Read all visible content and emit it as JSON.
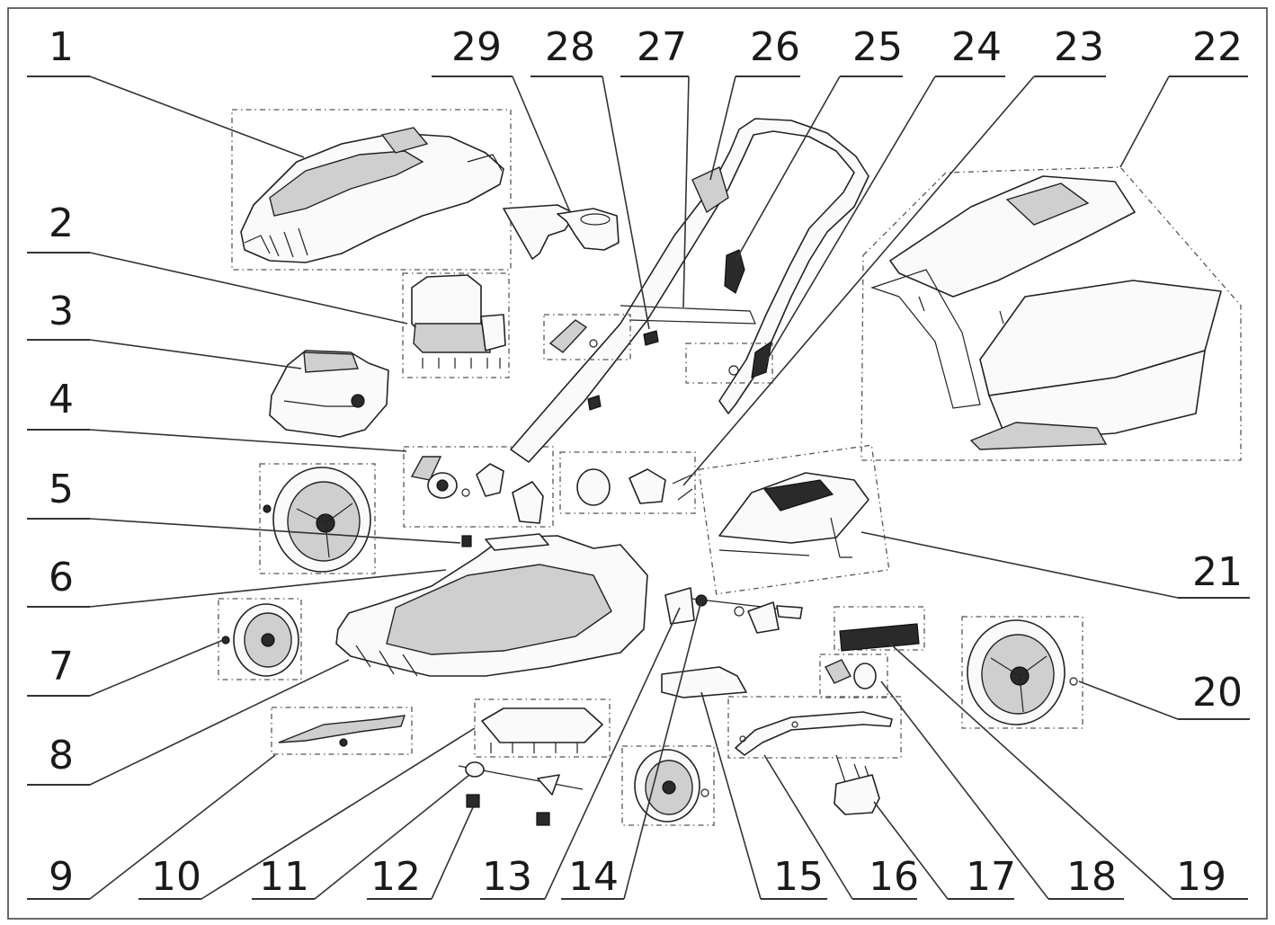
{
  "callouts": [
    {
      "id": "1",
      "label": "1"
    },
    {
      "id": "2",
      "label": "2"
    },
    {
      "id": "3",
      "label": "3"
    },
    {
      "id": "4",
      "label": "4"
    },
    {
      "id": "5",
      "label": "5"
    },
    {
      "id": "6",
      "label": "6"
    },
    {
      "id": "7",
      "label": "7"
    },
    {
      "id": "8",
      "label": "8"
    },
    {
      "id": "9",
      "label": "9"
    },
    {
      "id": "10",
      "label": "10"
    },
    {
      "id": "11",
      "label": "11"
    },
    {
      "id": "12",
      "label": "12"
    },
    {
      "id": "13",
      "label": "13"
    },
    {
      "id": "14",
      "label": "14"
    },
    {
      "id": "15",
      "label": "15"
    },
    {
      "id": "16",
      "label": "16"
    },
    {
      "id": "17",
      "label": "17"
    },
    {
      "id": "18",
      "label": "18"
    },
    {
      "id": "19",
      "label": "19"
    },
    {
      "id": "20",
      "label": "20"
    },
    {
      "id": "21",
      "label": "21"
    },
    {
      "id": "22",
      "label": "22"
    },
    {
      "id": "23",
      "label": "23"
    },
    {
      "id": "24",
      "label": "24"
    },
    {
      "id": "25",
      "label": "25"
    },
    {
      "id": "26",
      "label": "26"
    },
    {
      "id": "27",
      "label": "27"
    },
    {
      "id": "28",
      "label": "28"
    },
    {
      "id": "29",
      "label": "29"
    }
  ],
  "colors": {
    "line": "#333333",
    "background": "#ffffff"
  }
}
